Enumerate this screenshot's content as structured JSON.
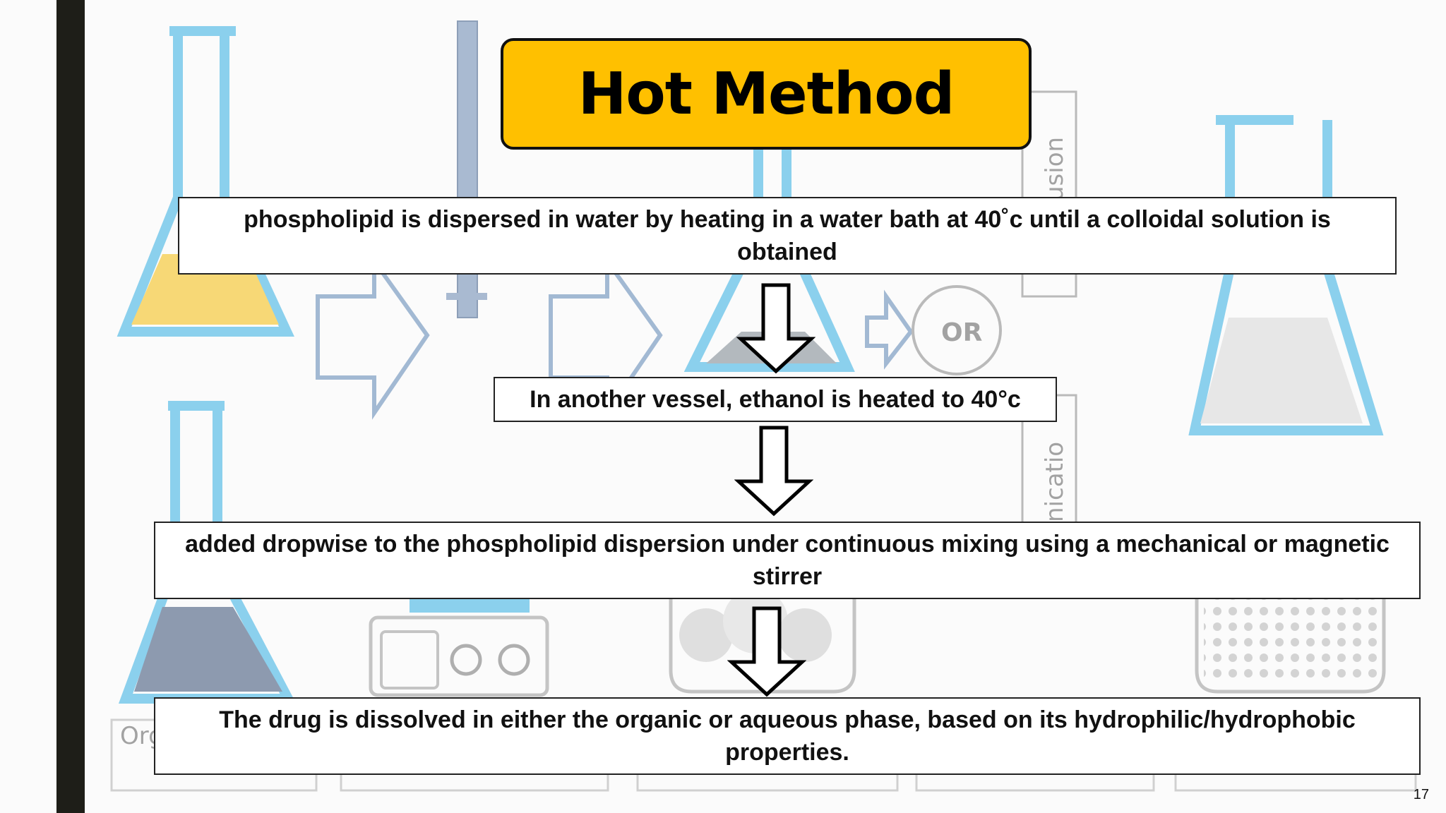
{
  "slide": {
    "title": "Hot Method",
    "page_number": "17",
    "steps": [
      {
        "text": "phospholipid is dispersed in water by heating in a water bath at 40˚c until a colloidal solution is obtained"
      },
      {
        "text": "In another vessel, ethanol is heated to 40°c"
      },
      {
        "text": "added dropwise to the phospholipid dispersion under continuous mixing using a mechanical or magnetic stirrer"
      },
      {
        "text": "The drug is dissolved in either the organic or aqueous phase, based on its hydrophilic/hydrophobic properties."
      }
    ],
    "colors": {
      "title_fill": "#ffc000",
      "left_bar": "#1e1e18",
      "flask_blue": "#6cc4ea"
    }
  },
  "background": {
    "or_label": "OR",
    "extrusion_label_partial": "usion",
    "sonication_label_partial": "nicatio",
    "organic_label_partial": "Org"
  }
}
